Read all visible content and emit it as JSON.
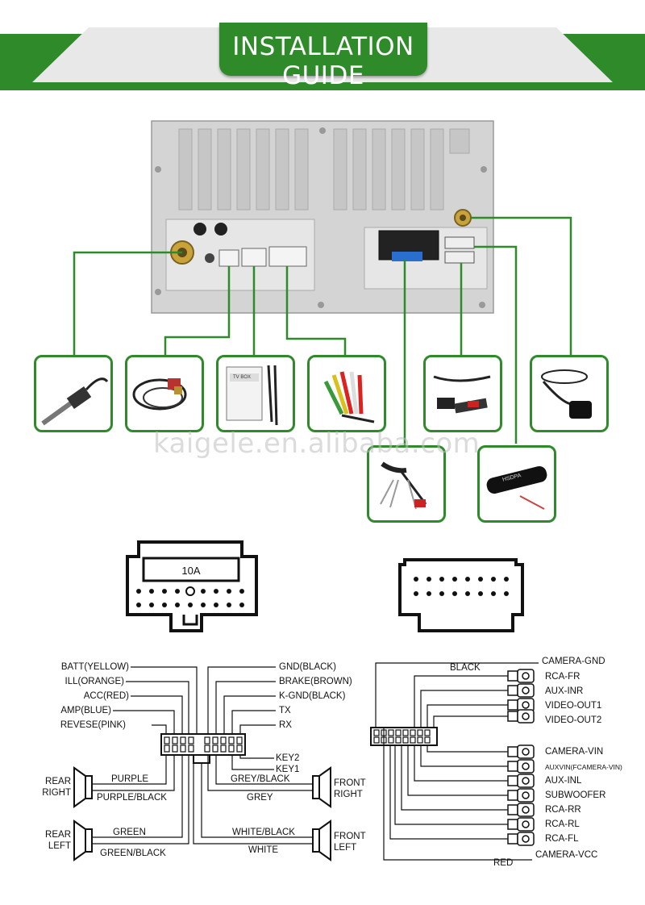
{
  "header": {
    "title": "INSTALLATION GUIDE"
  },
  "watermark": "kaigele.en.alibaba.com",
  "accessories": [
    {
      "name": "Antenna adapter",
      "icon": "antenna-adapter-icon"
    },
    {
      "name": "Microphone",
      "icon": "microphone-icon"
    },
    {
      "name": "TV box",
      "icon": "tv-box-icon",
      "box_label": "TV BOX"
    },
    {
      "name": "RCA cable",
      "icon": "rca-cable-icon"
    },
    {
      "name": "USB cable and USB drive",
      "icon": "usb-cable-icon"
    },
    {
      "name": "GPS antenna",
      "icon": "gps-antenna-icon"
    },
    {
      "name": "Wiring harness",
      "icon": "wiring-harness-icon"
    },
    {
      "name": "3G dongle",
      "icon": "3g-dongle-icon",
      "dongle_label": "HSDPA"
    }
  ],
  "connector_left": {
    "fuse_label": "10A"
  },
  "harness_left": {
    "left_labels": [
      "BATT(YELLOW)",
      "ILL(ORANGE)",
      "ACC(RED)",
      "AMP(BLUE)",
      "REVESE(PINK)"
    ],
    "right_labels": [
      "GND(BLACK)",
      "BRAKE(BROWN)",
      "K-GND(BLACK)",
      "TX",
      "RX"
    ],
    "key_labels": [
      "KEY2",
      "KEY1"
    ],
    "rear_right": {
      "title": [
        "REAR",
        "RIGHT"
      ],
      "wire_top": "PURPLE",
      "wire_bottom": "PURPLE/BLACK"
    },
    "rear_left": {
      "title": [
        "REAR",
        "LEFT"
      ],
      "wire_top": "GREEN",
      "wire_bottom": "GREEN/BLACK"
    },
    "front_right": {
      "title": [
        "FRONT",
        "RIGHT"
      ],
      "wire_top": "GREY/BLACK",
      "wire_bottom": "GREY"
    },
    "front_left": {
      "title": [
        "FRONT",
        "LEFT"
      ],
      "wire_top": "WHITE/BLACK",
      "wire_bottom": "WHITE"
    }
  },
  "harness_right": {
    "top_wire": "BLACK",
    "bottom_wire": "RED",
    "labels": [
      "CAMERA-GND",
      "RCA-FR",
      "AUX-INR",
      "VIDEO-OUT1",
      "VIDEO-OUT2",
      "CAMERA-VIN",
      "AUXVIN(FCAMERA-VIN)",
      "AUX-INL",
      "SUBWOOFER",
      "RCA-RR",
      "RCA-RL",
      "RCA-FL",
      "CAMERA-VCC"
    ]
  }
}
